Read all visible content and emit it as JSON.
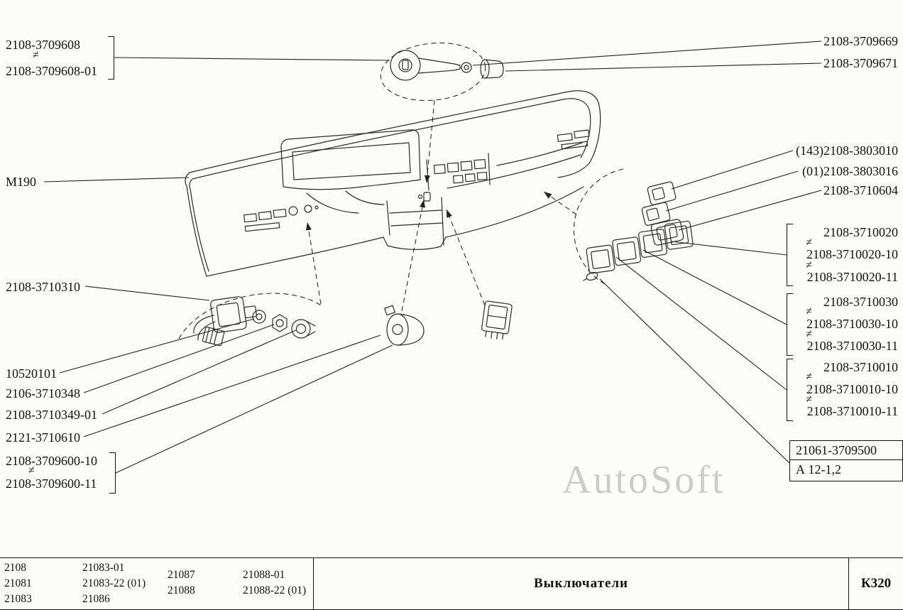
{
  "watermark": "AutoSoft",
  "sym": {
    "neq": "≠"
  },
  "labels": {
    "left": {
      "g3709608": {
        "l1": "2108-3709608",
        "l2": "2108-3709608-01"
      },
      "m190": "М190",
      "p3710310": "2108-3710310",
      "p10520101": "10520101",
      "p3710348": "2106-3710348",
      "p3710349": "2108-3710349-01",
      "p3710610": "2121-3710610",
      "g3709600": {
        "l1": "2108-3709600-10",
        "l2": "2108-3709600-11"
      }
    },
    "right": {
      "p3709669": "2108-3709669",
      "p3709671": "2108-3709671",
      "p3803010": "(143)2108-3803010",
      "p3803016": "(01)2108-3803016",
      "p3710604": "2108-3710604",
      "g3710020": {
        "l1": "2108-3710020",
        "l2": "2108-3710020-10",
        "l3": "2108-3710020-11"
      },
      "g3710030": {
        "l1": "2108-3710030",
        "l2": "2108-3710030-10",
        "l3": "2108-3710030-11"
      },
      "g3710010": {
        "l1": "2108-3710010",
        "l2": "2108-3710010-10",
        "l3": "2108-3710010-11"
      },
      "box": {
        "l1": "21061-3709500",
        "l2": "А 12-1,2"
      }
    }
  },
  "table": {
    "columns": [
      [
        "2108",
        "21081",
        "21083"
      ],
      [
        "21083-01",
        "21083-22 (01)",
        "21086"
      ],
      [
        "21087",
        "21088"
      ],
      [
        "21088-01",
        "21088-22 (01)"
      ]
    ],
    "title": "Выключатели",
    "code": "К320"
  }
}
